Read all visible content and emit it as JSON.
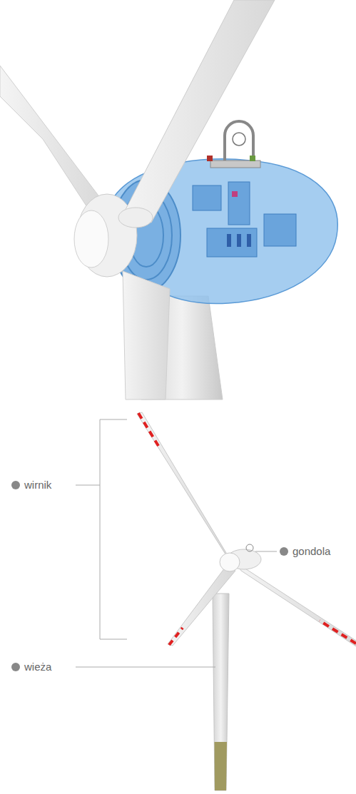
{
  "diagram": {
    "labels": [
      "wirnik",
      "gondola",
      "wieża"
    ]
  }
}
